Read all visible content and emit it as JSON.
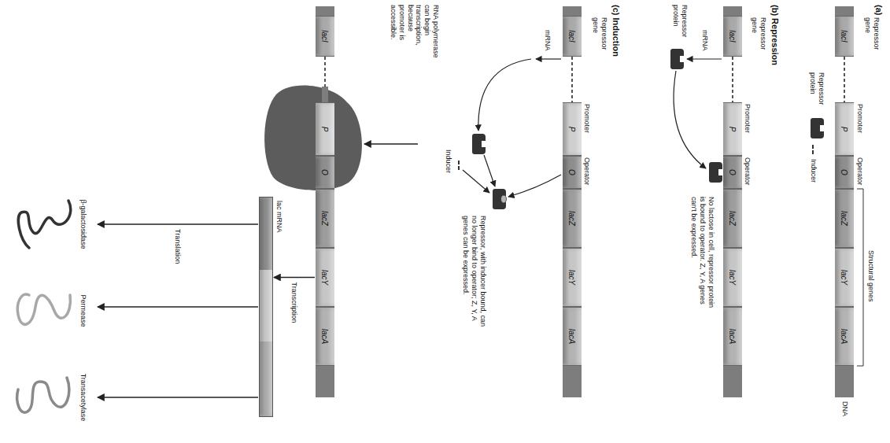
{
  "diagram": {
    "nodes": [
      {
        "text": [
          "lacI"
        ]
      },
      {
        "text": [
          "P"
        ]
      },
      {
        "text": [
          "O"
        ]
      },
      {
        "text": [
          "lacZ"
        ]
      },
      {
        "text": [
          "lacY"
        ]
      },
      {
        "text": [
          "lacA"
        ]
      },
      {
        "text": [
          "lacI"
        ]
      },
      {
        "text": [
          "P"
        ]
      },
      {
        "text": [
          "O"
        ]
      },
      {
        "text": [
          "lacZ"
        ]
      },
      {
        "text": [
          "lacY"
        ]
      },
      {
        "text": [
          "lacA"
        ]
      },
      {
        "text": [
          "lacI"
        ]
      },
      {
        "text": [
          "P"
        ]
      },
      {
        "text": [
          "O"
        ]
      },
      {
        "text": [
          "lacZ"
        ]
      },
      {
        "text": [
          "lacY"
        ]
      },
      {
        "text": [
          "lacA"
        ]
      },
      {
        "text": [
          "lacI"
        ]
      },
      {
        "text": [
          "P"
        ]
      },
      {
        "text": [
          "O"
        ]
      },
      {
        "text": [
          "lacZ"
        ]
      },
      {
        "text": [
          "lacY"
        ]
      },
      {
        "text": [
          "lacA"
        ]
      },
      {
        "text": [
          "lac mRNA"
        ]
      },
      {
        "text": [
          "β-galactosidase"
        ]
      },
      {
        "text": [
          "Permease"
        ]
      },
      {
        "text": [
          "Transacetylase"
        ]
      }
    ],
    "edges": [
      {
        "from": 22,
        "to": 24,
        "arrow": "to",
        "label": "Transcription"
      },
      {
        "from": 24,
        "to": 25,
        "arrow": "to",
        "label": "Translation"
      },
      {
        "from": 24,
        "to": 26,
        "arrow": "to"
      },
      {
        "from": 24,
        "to": 27,
        "arrow": "to"
      }
    ],
    "labels": [
      "(a)",
      "Repressor gene",
      "Promoter",
      "Operator",
      "Structural genes",
      "DNA",
      "Repressor protein",
      "Inducer",
      "(b) Repression",
      "Repressor gene",
      "Promoter",
      "Operator",
      "mRNA",
      "Repressor protein",
      "No lactose in cell, repressor protein is bound to operator. Z, Y, A genes can't be expressed.",
      "(c) Induction",
      "Repressor gene",
      "Promoter",
      "Operator",
      "mRNA",
      "Inducer",
      "Repressor, with inducer bound, can no longer bind to operator; Z, Y, A genes can be expressed.",
      "RNA polymerase can begin transcription, because promoter is accessible."
    ]
  }
}
